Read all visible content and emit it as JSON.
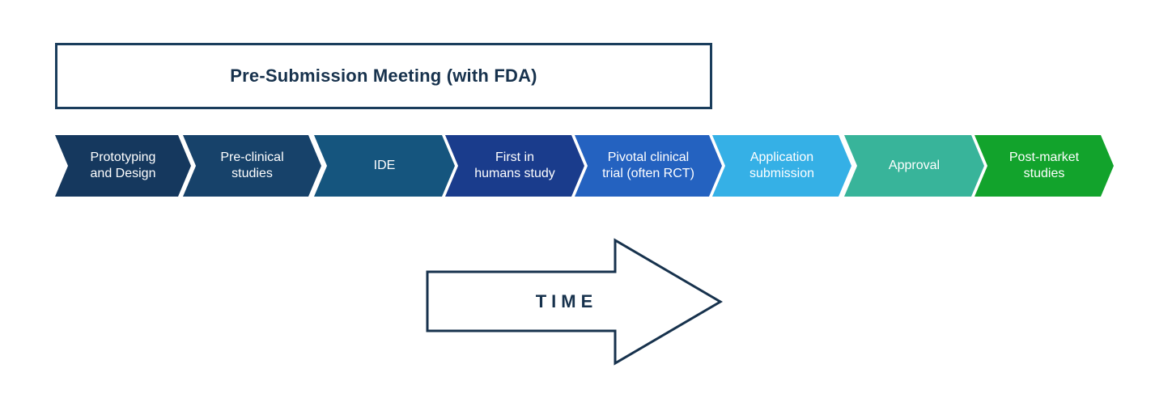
{
  "meeting": {
    "label": "Pre-Submission Meeting (with FDA)"
  },
  "stages": [
    {
      "label": "Prototyping\nand Design",
      "color": "#15385e"
    },
    {
      "label": "Pre-clinical\nstudies",
      "color": "#17426a"
    },
    {
      "label": "IDE",
      "color": "#15557e"
    },
    {
      "label": "First in\nhumans study",
      "color": "#1a3c8c"
    },
    {
      "label": "Pivotal clinical\ntrial (often RCT)",
      "color": "#2462c0"
    },
    {
      "label": "Application\nsubmission",
      "color": "#35b0e6"
    },
    {
      "label": "Approval",
      "color": "#38b49a"
    },
    {
      "label": "Post-market\nstudies",
      "color": "#12a32c"
    }
  ],
  "time": {
    "label": "TIME",
    "outline_color": "#17324d"
  }
}
